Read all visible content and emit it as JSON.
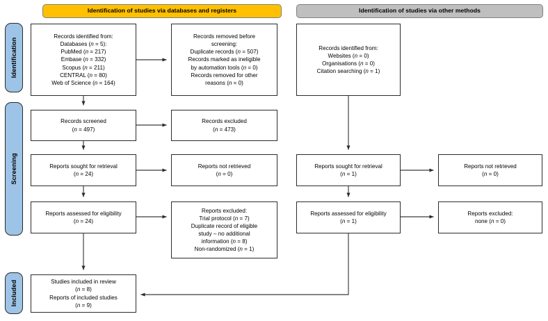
{
  "diagram": {
    "title": "PRISMA 2020 flow diagram",
    "colors": {
      "banner_databases": "#FFC000",
      "banner_other": "#BFBFBF",
      "phase_tab": "#9DC3E6",
      "box_border": "#2b2b2b",
      "connector": "#3a3a3a"
    }
  },
  "banners": {
    "databases": "Identification of studies via databases and registers",
    "other_methods": "Identification of studies via other methods"
  },
  "phases": {
    "identification": "Identification",
    "screening": "Screening",
    "included": "Included"
  },
  "databases_column": {
    "records_identified": {
      "lines": [
        "Records identified from:",
        "Databases (n = 5):",
        "PubMed (n = 217)",
        "Embase (n = 332)",
        "Scopus (n = 211)",
        "CENTRAL (n = 80)",
        "Web of Science (n = 164)"
      ]
    },
    "records_removed": {
      "lines": [
        "Records removed before",
        "screening:",
        "Duplicate records (n = 507)",
        "Records marked as ineligible",
        "by automation tools (n = 0)",
        "Records removed for other",
        "reasons (n = 0)"
      ]
    },
    "records_screened": {
      "lines": [
        "Records screened",
        "(n = 497)"
      ]
    },
    "records_excluded": {
      "lines": [
        "Records excluded",
        "(n = 473)"
      ]
    },
    "reports_sought": {
      "lines": [
        "Reports sought for retrieval",
        "(n = 24)"
      ]
    },
    "reports_not_retrieved": {
      "lines": [
        "Reports not retrieved",
        "(n = 0)"
      ]
    },
    "reports_assessed": {
      "lines": [
        "Reports assessed for eligibility",
        "(n = 24)"
      ]
    },
    "reports_excluded": {
      "lines": [
        "Reports excluded:",
        "Trial protocol (n = 7)",
        "Duplicate record of eligible",
        "study – no additional",
        "information (n = 8)",
        "Non-randomized (n = 1)"
      ]
    }
  },
  "other_methods_column": {
    "records_identified": {
      "lines": [
        "Records identified from:",
        "Websites (n = 0)",
        "Organisations (n = 0)",
        "Citation searching (n = 1)"
      ]
    },
    "reports_sought": {
      "lines": [
        "Reports sought for retrieval",
        "(n = 1)"
      ]
    },
    "reports_not_retrieved": {
      "lines": [
        "Reports not retrieved",
        "(n = 0)"
      ]
    },
    "reports_assessed": {
      "lines": [
        "Reports assessed for eligibility",
        "(n = 1)"
      ]
    },
    "reports_excluded": {
      "lines": [
        "Reports excluded:",
        "none (n = 0)"
      ]
    }
  },
  "included_box": {
    "lines": [
      "Studies included in review",
      "(n = 8)",
      "Reports of included studies",
      "(n = 9)"
    ]
  }
}
